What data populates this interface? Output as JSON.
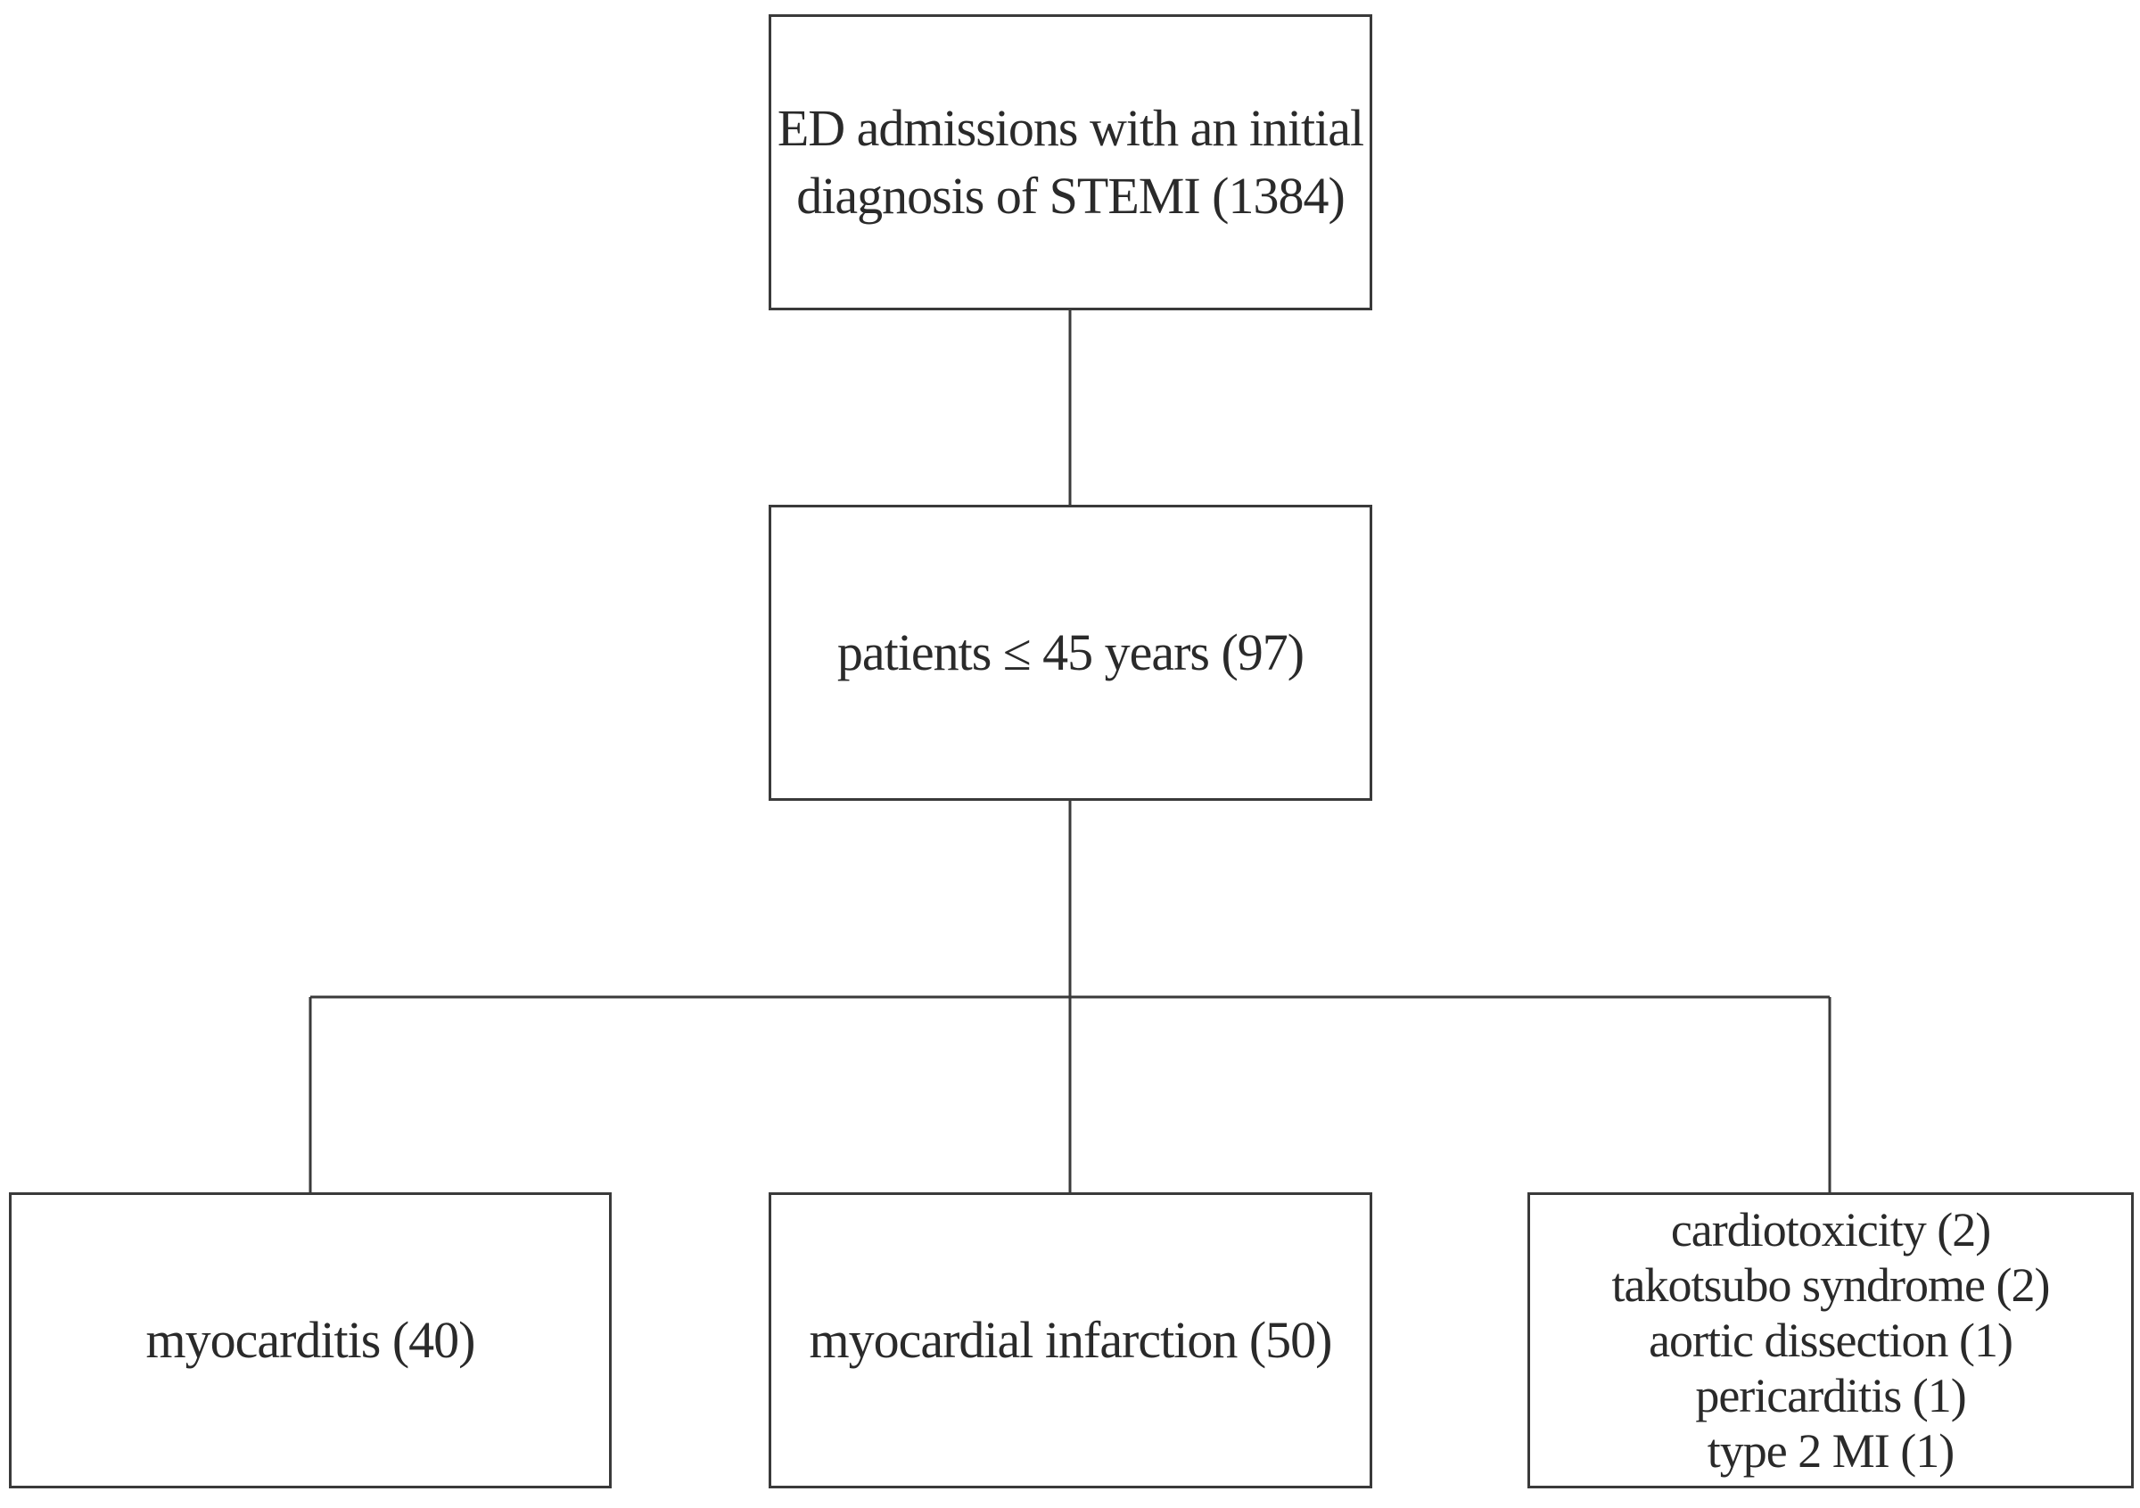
{
  "diagram": {
    "root": {
      "lines": [
        "ED admissions with an initial",
        "diagnosis of STEMI (1384)"
      ]
    },
    "age_filter": {
      "lines": [
        "patients ≤ 45 years (97)"
      ]
    },
    "outcomes": {
      "myocarditis": {
        "lines": [
          "myocarditis (40)"
        ]
      },
      "myocardial_infarction": {
        "lines": [
          "myocardial infarction (50)"
        ]
      },
      "other": {
        "lines": [
          "cardiotoxicity (2)",
          "takotsubo syndrome (2)",
          "aortic dissection (1)",
          "pericarditis (1)",
          "type 2 MI (1)"
        ]
      }
    }
  }
}
